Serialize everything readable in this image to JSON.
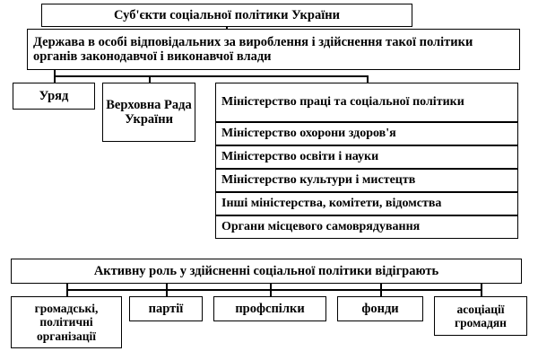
{
  "diagram": {
    "title": "Суб'єкти соціальної політики України",
    "state": "Держава в особі відповідальних за вироблення і здійснення такої політики органів законодавчої і виконавчої влади",
    "branches": [
      {
        "label": "Уряд"
      },
      {
        "label": "Верховна Рада України"
      }
    ],
    "ministries": [
      "Міністерство праці та соціальної політики",
      "Міністерство охорони здоров'я",
      "Міністерство освіти і науки",
      "Міністерство культури і мистецтв",
      "Інші міністерства, комітети, відомства",
      "Органи місцевого самоврядування"
    ],
    "active_role": "Активну роль у здійсненні соціальної політики відіграють",
    "actors": [
      "громадські, політичні організації",
      "партії",
      "профспілки",
      "фонди",
      "асоціації громадян"
    ]
  },
  "colors": {
    "line": "#000000",
    "background": "#ffffff"
  }
}
